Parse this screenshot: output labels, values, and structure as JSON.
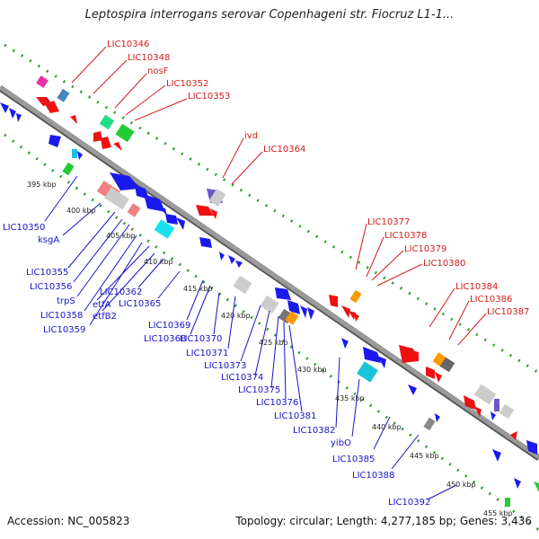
{
  "title": "Leptospira interrogans serovar Copenhageni str. Fiocruz L1-1...",
  "footer": {
    "accession": "Accession: NC_005823",
    "summary": "Topology: circular; Length: 4,277,185 bp; Genes: 3,436"
  },
  "colors": {
    "backbone": "#8a8a8a",
    "dots": "#2e9a2e",
    "forward_label": "#d61a1a",
    "reverse_label": "#1414c8"
  },
  "forward_labels": [
    "LIC10346",
    "LIC10348",
    "nosF",
    "LIC10352",
    "LIC10353",
    "ivd",
    "LIC10364",
    "LIC10377",
    "LIC10378",
    "LIC10379",
    "LIC10380",
    "LIC10384",
    "LIC10386",
    "LIC10387"
  ],
  "reverse_labels": [
    "LIC10350",
    "ksgA",
    "LIC10355",
    "LIC10356",
    "trpS",
    "LIC10358",
    "LIC10359",
    "etfA",
    "etfB2",
    "LIC10362",
    "LIC10365",
    "LIC10369",
    "LIC10368",
    "LIC10370",
    "LIC10371",
    "LIC10373",
    "LIC10374",
    "LIC10375",
    "LIC10376",
    "LIC10381",
    "LIC10382",
    "yibO",
    "LIC10385",
    "LIC10388",
    "LIC10392"
  ],
  "ticks": [
    "395 kbp",
    "400 kbp",
    "405 kbp",
    "410 kbp",
    "415 kbp",
    "420 kbp",
    "425 kbp",
    "430 kbp",
    "435 kbp",
    "440 kbp",
    "445 kbp",
    "450 kbp",
    "455 kbp"
  ]
}
